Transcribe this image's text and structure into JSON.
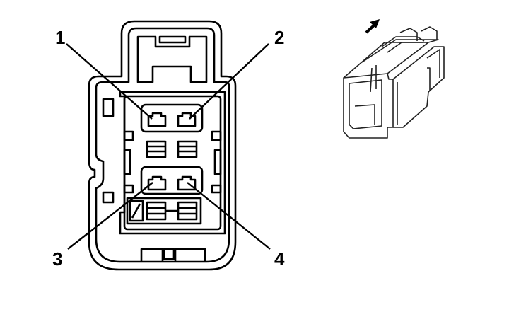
{
  "diagram": {
    "pin_labels": [
      {
        "id": "pin-1",
        "text": "1"
      },
      {
        "id": "pin-2",
        "text": "2"
      },
      {
        "id": "pin-3",
        "text": "3"
      },
      {
        "id": "pin-4",
        "text": "4"
      }
    ],
    "colors": {
      "stroke": "#000000",
      "background": "#ffffff",
      "iso_stroke": "#222222"
    },
    "icons": [
      "connector-face-view",
      "connector-isometric-view",
      "direction-arrow-icon"
    ]
  }
}
